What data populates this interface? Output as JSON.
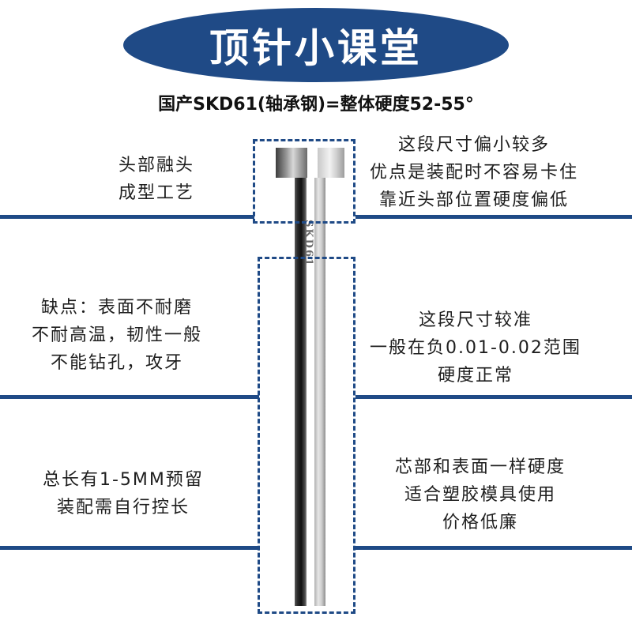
{
  "header": {
    "title": "顶针小课堂",
    "subtitle": "国产SKD61(轴承钢)=整体硬度52-55°"
  },
  "pin": {
    "mark": "SKD61"
  },
  "notes": {
    "left_top": [
      "头部融头",
      "成型工艺"
    ],
    "right_top": [
      "这段尺寸偏小较多",
      "优点是装配时不容易卡住",
      "靠近头部位置硬度偏低"
    ],
    "left_middle": [
      "缺点：表面不耐磨",
      "不耐高温，韧性一般",
      "不能钻孔，攻牙"
    ],
    "right_middle": [
      "这段尺寸较准",
      "一般在负0.01-0.02范围",
      "硬度正常"
    ],
    "left_bottom": [
      "总长有1-5MM预留",
      "装配需自行控长"
    ],
    "right_bottom": [
      "芯部和表面一样硬度",
      "适合塑胶模具使用",
      "价格低廉"
    ]
  },
  "colors": {
    "accent": "#1f4a86",
    "background": "#ffffff",
    "text": "#1e1e1e"
  }
}
